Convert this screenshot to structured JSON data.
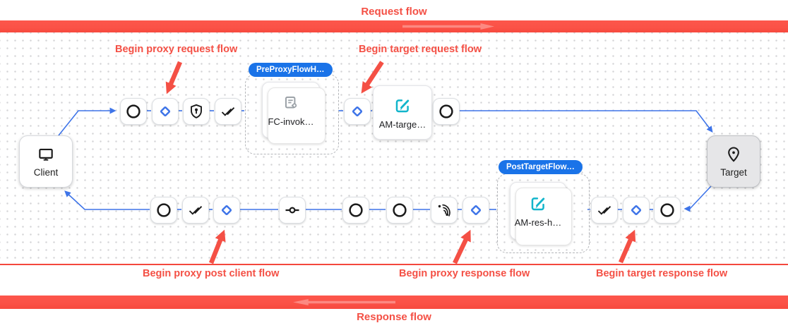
{
  "banners": {
    "request_label": "Request flow",
    "response_label": "Response flow"
  },
  "annotations": {
    "begin_proxy_request": "Begin proxy request flow",
    "begin_target_request": "Begin target request flow",
    "begin_proxy_post_client": "Begin proxy post client flow",
    "begin_proxy_response": "Begin proxy response flow",
    "begin_target_response": "Begin target response flow"
  },
  "nodes": {
    "client": {
      "label": "Client",
      "icon": "monitor-icon"
    },
    "target": {
      "label": "Target",
      "icon": "location-pin-icon"
    },
    "pre_proxy_group": {
      "badge": "PreProxyFlowH…",
      "policy": {
        "label": "FC-invok…",
        "icon": "flow-callout-icon"
      }
    },
    "am_target_policy": {
      "label": "AM-targe…",
      "icon": "edit-square-icon"
    },
    "post_target_group": {
      "badge": "PostTargetFlow…",
      "policy": {
        "label": "AM-res-h…",
        "icon": "edit-square-icon"
      }
    },
    "request_steps": [
      "circle-icon",
      "diamond-icon",
      "shield-keyhole-icon",
      "double-check-icon",
      "diamond-icon",
      "circle-icon"
    ],
    "response_steps": [
      "circle-icon",
      "double-check-icon",
      "diamond-icon",
      "junction-icon",
      "circle-icon",
      "circle-icon",
      "broadcast-icon",
      "diamond-icon",
      "double-check-icon",
      "diamond-icon",
      "circle-icon"
    ]
  },
  "colors": {
    "annotation_red": "#F45045",
    "bar_red": "#FB5247",
    "badge_blue": "#1A73E8",
    "connector_blue": "#4285F4",
    "diamond_blue": "#3E74E8",
    "edit_icon_teal": "#12B5CB",
    "policy_icon_gray": "#9AA0A6"
  }
}
